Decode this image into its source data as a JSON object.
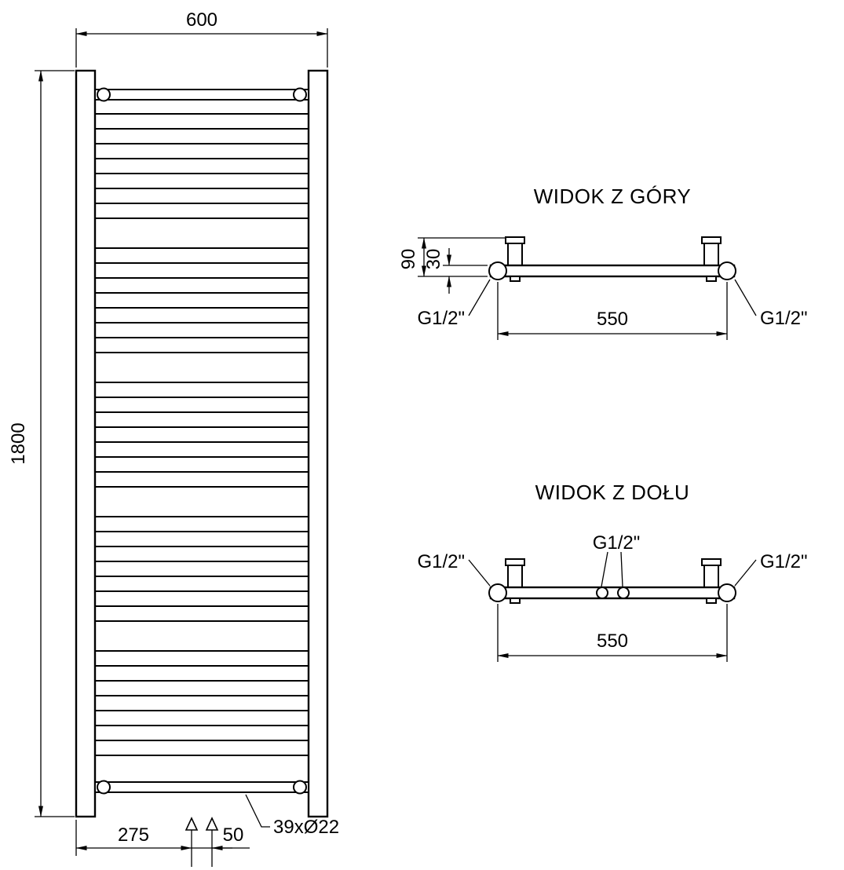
{
  "front_view": {
    "dim_width": "600",
    "dim_height": "1800",
    "dim_bottom_left": "275",
    "dim_bottom_center": "50",
    "note_tubes": "39xØ22"
  },
  "top_view": {
    "title": "WIDOK Z GÓRY",
    "dim_depth": "90",
    "dim_tube": "30",
    "dim_axis": "550",
    "label_left": "G1/2\"",
    "label_right": "G1/2\""
  },
  "bottom_view": {
    "title": "WIDOK Z DOŁU",
    "label_left": "G1/2\"",
    "label_center": "G1/2\"",
    "label_right": "G1/2\"",
    "dim_axis": "550"
  }
}
